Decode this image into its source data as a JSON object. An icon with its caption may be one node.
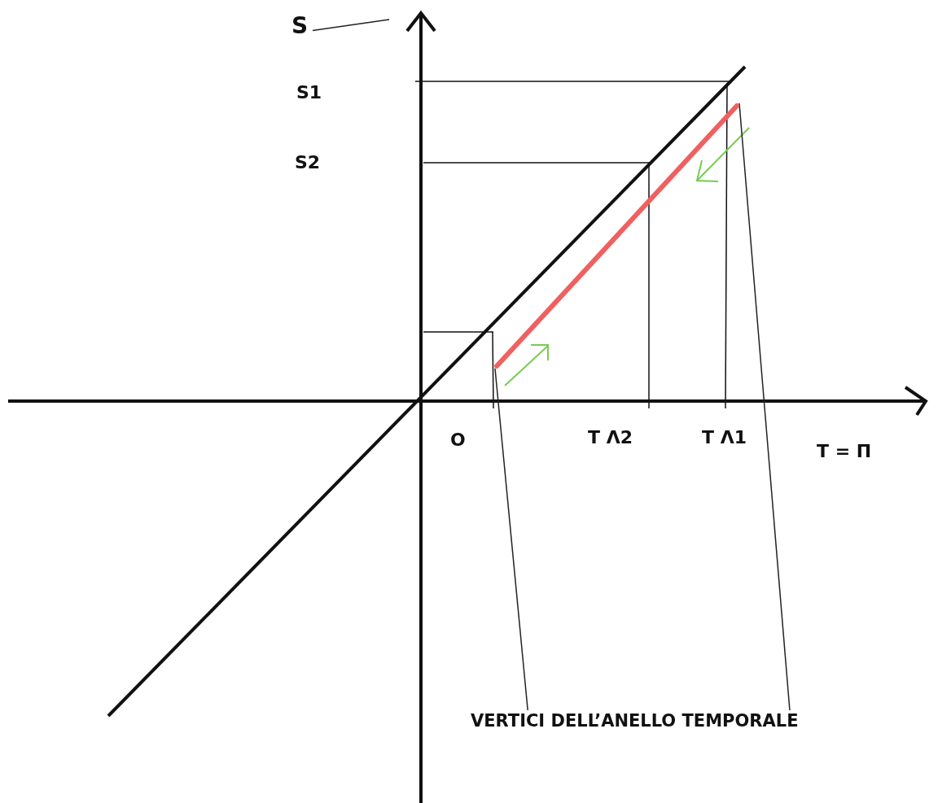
{
  "diagram": {
    "nodes": [
      {
        "text": [
          "S"
        ]
      },
      {
        "text": [],
        "shape": "line"
      },
      {
        "text": [
          "VERTICI DELL’ANELLO TEMPORALE"
        ]
      }
    ],
    "edges": [
      {
        "from": 0,
        "to": null,
        "arrow": "none"
      },
      {
        "from": 2,
        "to": 1,
        "arrow": "none"
      },
      {
        "from": 2,
        "to": 1,
        "arrow": "none"
      }
    ],
    "labels": [
      "S1",
      "S2",
      "O",
      "T Λ2",
      "T Λ1",
      "T = Π"
    ]
  }
}
